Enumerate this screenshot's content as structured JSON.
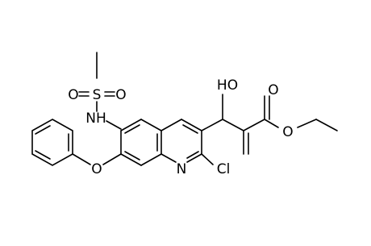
{
  "molecule": {
    "atom_labels": {
      "methyl_carbon": "",
      "sulfonyl_sulfur": "S",
      "sulfonyl_oxygen_left": "O",
      "sulfonyl_oxygen_right": "O",
      "amide_nitrogen": "NH",
      "ether_oxygen": "O",
      "hydroxyl": "HO",
      "ester_carbonyl_oxygen": "O",
      "ester_oxygen": "O",
      "ring_nitrogen": "N",
      "chlorine": "Cl"
    },
    "colors": {
      "bond": "#000000",
      "label": "#000000",
      "background": "#ffffff"
    }
  }
}
